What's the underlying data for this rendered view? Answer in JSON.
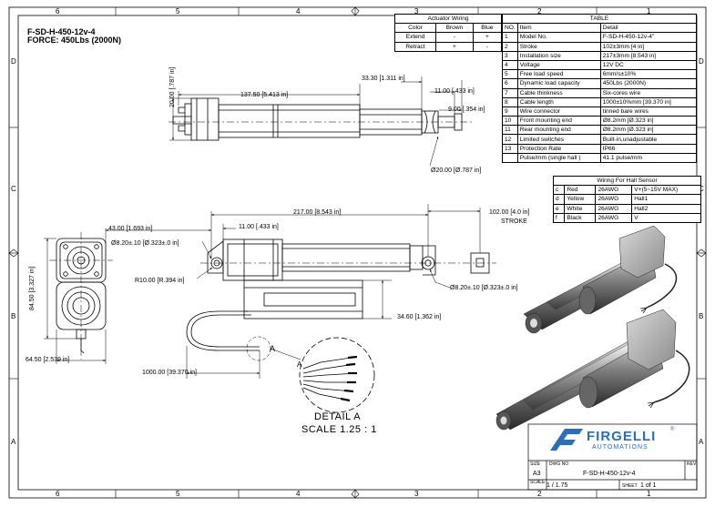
{
  "header": {
    "model": "F-SD-H-450-12v-4",
    "force": "FORCE: 450Lbs (2000N)"
  },
  "zones": {
    "top": [
      "6",
      "5",
      "4",
      "3",
      "2",
      "1"
    ],
    "bottom": [
      "6",
      "5",
      "4",
      "3",
      "2",
      "1"
    ],
    "left": [
      "D",
      "C",
      "B",
      "A"
    ],
    "right": [
      "D",
      "C",
      "B",
      "A"
    ]
  },
  "wiring": {
    "title": "Actuator Wiring",
    "headers": [
      "Color",
      "Brown",
      "Blue"
    ],
    "rows": [
      [
        "Extend",
        "-",
        "+"
      ],
      [
        "Retract",
        "+",
        "-"
      ]
    ]
  },
  "spec_table": {
    "title": "TABLE",
    "headers": [
      "NO.",
      "Item",
      "Detail"
    ],
    "rows": [
      [
        "1",
        "Model No.",
        "F-SD-H-450-12v-4\""
      ],
      [
        "2",
        "Stroke",
        "102±3mm [4 in]"
      ],
      [
        "3",
        "Installation size",
        "217±3mm [8.543 in]"
      ],
      [
        "4",
        "Voltage",
        "12V DC"
      ],
      [
        "5",
        "Free load speed",
        "6mm/s±10%"
      ],
      [
        "6",
        "Dynamic load capacity",
        "450Lbs (2000N)"
      ],
      [
        "7",
        "Cable thinkness",
        "Six-cores wire"
      ],
      [
        "8",
        "Cable length",
        "1000±10%mm [39.370 in]"
      ],
      [
        "9",
        "Wire connector",
        "tinned bare wires"
      ],
      [
        "10",
        "Front mounting end",
        "Ø8.2mm [Ø.323 in]"
      ],
      [
        "11",
        "Rear mounting end",
        "Ø8.2mm [Ø.323 in]"
      ],
      [
        "12",
        "Limited switches",
        "Built-in,unadjustable"
      ],
      [
        "13",
        "Protection Rate",
        "IP66"
      ],
      [
        "",
        "Pulse/mm  (single hall )",
        "41.1 pulse/mm"
      ]
    ]
  },
  "hall_table": {
    "title": "Wiring For Hall Sensor",
    "rows": [
      [
        "c",
        "Red",
        "26AWG",
        "V+(5~15V MAX)"
      ],
      [
        "d",
        "Yellow",
        "26AWG",
        "Hall1"
      ],
      [
        "e",
        "White",
        "26AWG",
        "Hall2"
      ],
      [
        "f",
        "Black",
        "26AWG",
        "V"
      ]
    ]
  },
  "dimensions": {
    "d_20": "20.00 [.787 in]",
    "d_137": "137.50 [5.413 in]",
    "d_33": "33.30 [1.311 in]",
    "d_11a": "11.00 [.433 in]",
    "d_9": "9.00 [.354 in]",
    "d_dia20": "Ø20.00 [Ø.787 in]",
    "d_43": "43.00 [1.693 in]",
    "d_217": "217.00 [8.543 in]",
    "d_102": "102.00 [4.0 in]",
    "stroke": "STROKE",
    "d_11b": "11.00 [.433 in]",
    "d_dia8a": "Ø8.20±.10 [Ø.323±.0 in]",
    "d_r10": "R10.00 [R.394 in]",
    "d_dia8b": "Ø8.20±.10 [Ø.323±.0 in]",
    "d_84": "84.50 [3.327 in]",
    "d_34": "34.60 [1.362 in]",
    "d_64": "64.50 [2.539 in]",
    "d_1000": "1000.00 [39.370 in]",
    "detail_marker": "A",
    "detail_marker2": "A"
  },
  "detail": {
    "title": "DETAIL  A",
    "scale": "SCALE 1.25 : 1"
  },
  "logo": {
    "name": "FIRGELLI",
    "sub": "AUTOMATIONS",
    "reg": "®",
    "color": "#2b6fb6"
  },
  "title_block": {
    "size_label": "SIZE",
    "size": "A3",
    "dwg_label": "DWG NO",
    "dwg": "F-SD-H-450-12v-4",
    "rev_label": "REV",
    "scale_label": "SCALE",
    "scale": "1 / 1.75",
    "sheet_label": "SHEET",
    "sheet": "1  of  1"
  }
}
